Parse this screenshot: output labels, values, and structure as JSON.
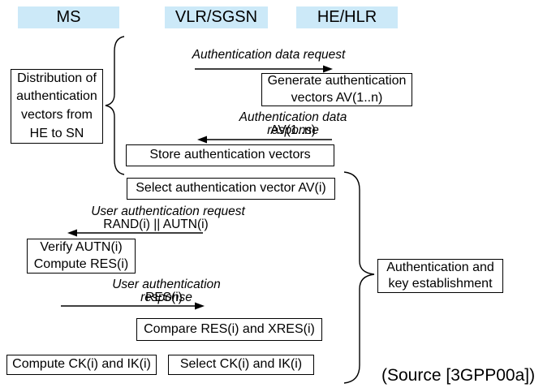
{
  "header": {
    "columns": [
      "MS",
      "VLR/SGSN",
      "HE/HLR"
    ]
  },
  "boxes": {
    "distribution": "Distribution of\nauthentication\nvectors from\nHE to SN",
    "generate": "Generate authentication\nvectors AV(1..n)",
    "store": "Store authentication vectors",
    "select_av": "Select authentication vector AV(i)",
    "verify": "Verify AUTN(i)\nCompute RES(i)",
    "auth_key": "Authentication and\nkey establishment",
    "compare": "Compare RES(i) and XRES(i)",
    "compute_ck": "Compute CK(i) and IK(i)",
    "select_ck": "Select CK(i) and IK(i)"
  },
  "messages": {
    "auth_data_request": {
      "label": "Authentication data request",
      "sub": "",
      "direction": "right"
    },
    "auth_data_response": {
      "label": "Authentication data response",
      "sub": "AV(1..n)",
      "direction": "left"
    },
    "user_auth_request": {
      "label": "User authentication request",
      "sub": "RAND(i) || AUTN(i)",
      "direction": "left"
    },
    "user_auth_response": {
      "label": "User authentication response",
      "sub": "RES(i)",
      "direction": "right"
    }
  },
  "footer": {
    "source": "(Source [3GPP00a])"
  },
  "colors": {
    "header_bg": "#cce9f8",
    "line": "#000000",
    "background": "#ffffff"
  }
}
